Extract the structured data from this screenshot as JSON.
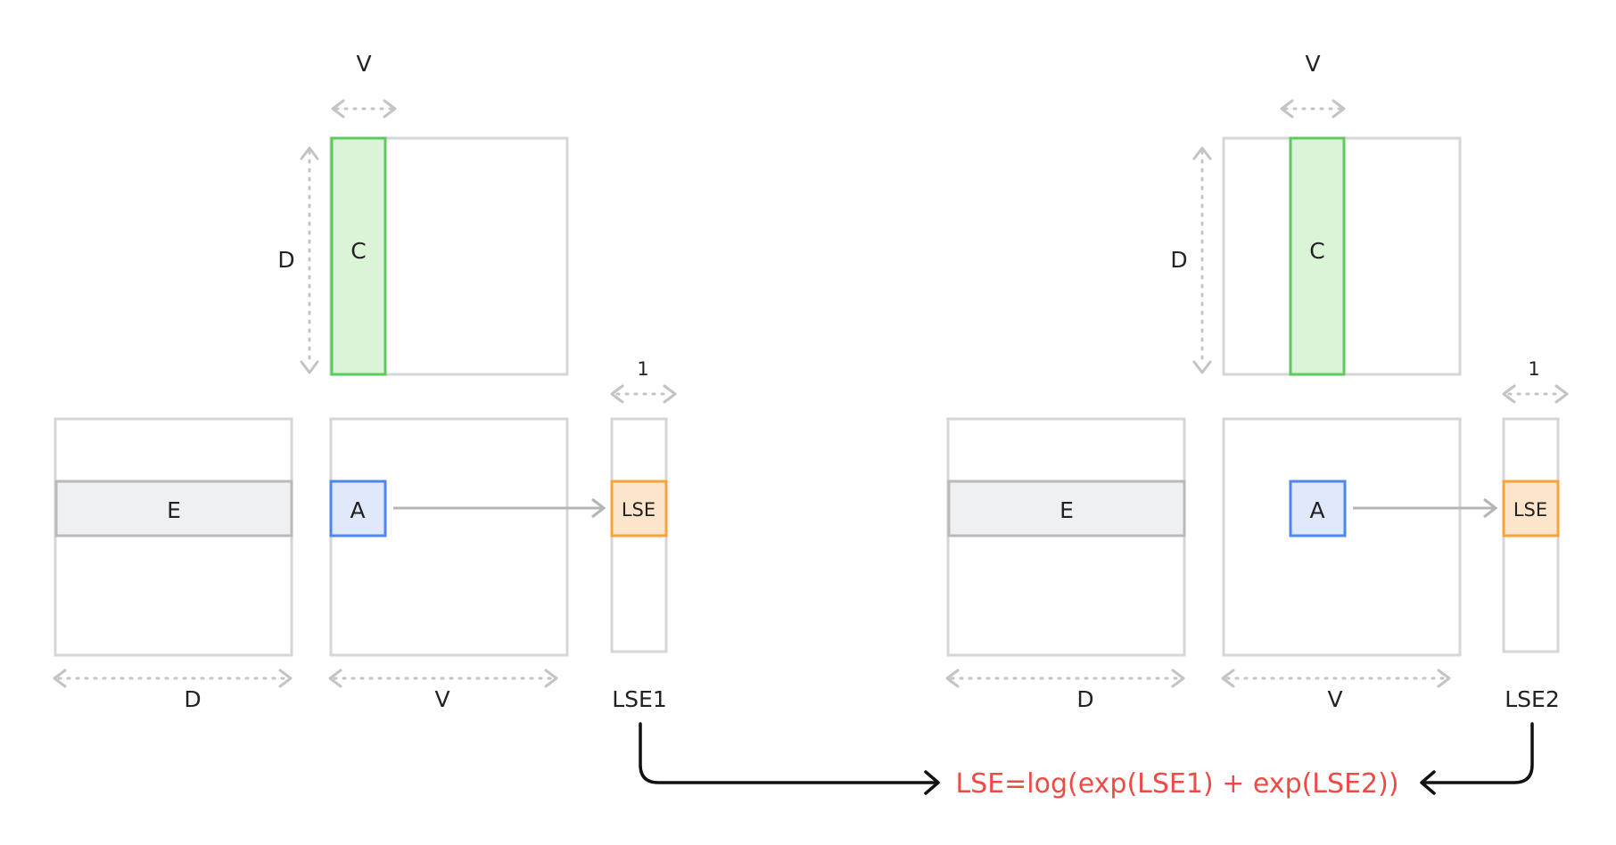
{
  "colors": {
    "frame": "#d6d6d6",
    "dimension": "#c4c4c4",
    "column_c_stroke": "#5bcc5b",
    "column_c_fill": "#dbf4d7",
    "row_e_stroke": "#b7b9bd",
    "row_e_fill": "#eff0f1",
    "cell_a_stroke": "#4d86f0",
    "cell_a_fill": "#dfe9fb",
    "cell_lse_stroke": "#f5a43a",
    "cell_lse_fill": "#fde5cb",
    "formula": "#ee4b45",
    "merge_arrow": "#111111"
  },
  "panels": [
    {
      "matrix_c": {
        "label": "C",
        "width_label": "V",
        "height_label": "D"
      },
      "matrix_e": {
        "label": "E",
        "width_label": "D"
      },
      "matrix_a": {
        "label": "A",
        "width_label": "V"
      },
      "vector_lse": {
        "label": "LSE",
        "width_label": "1",
        "caption": "LSE1"
      }
    },
    {
      "matrix_c": {
        "label": "C",
        "width_label": "V",
        "height_label": "D"
      },
      "matrix_e": {
        "label": "E",
        "width_label": "D"
      },
      "matrix_a": {
        "label": "A",
        "width_label": "V"
      },
      "vector_lse": {
        "label": "LSE",
        "width_label": "1",
        "caption": "LSE2"
      }
    }
  ],
  "formula": "LSE=log(exp(LSE1) + exp(LSE2))"
}
